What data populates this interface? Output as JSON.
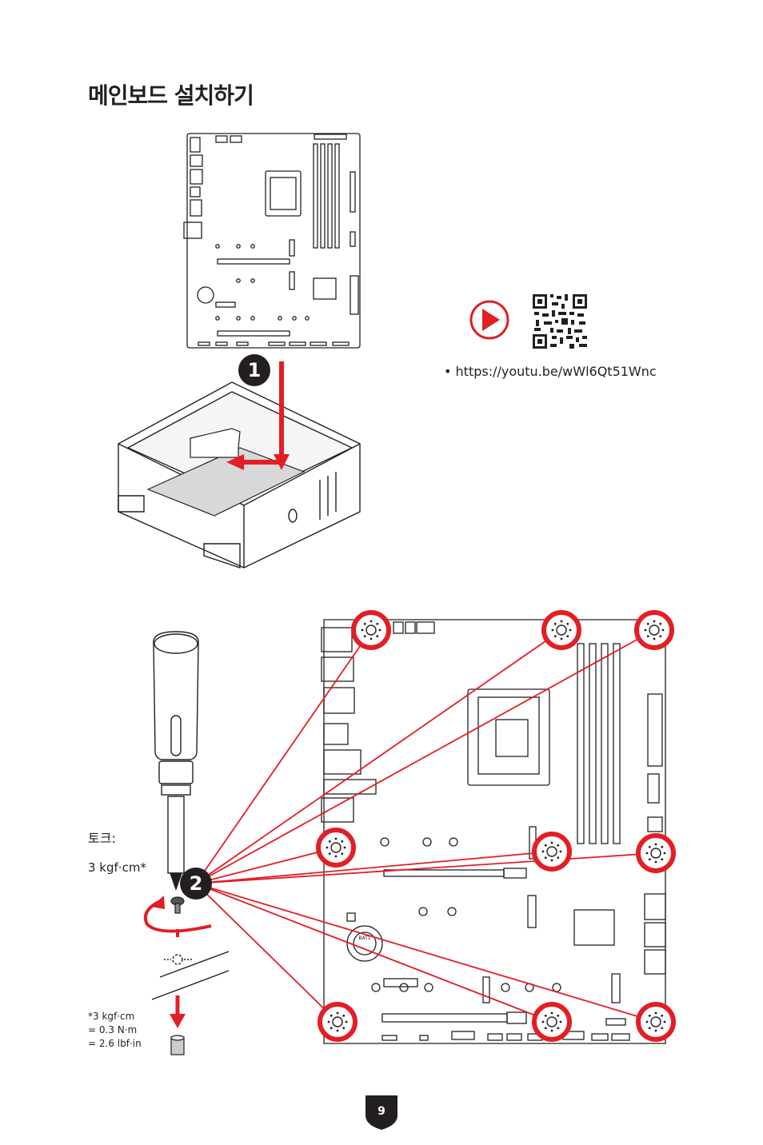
{
  "title": "메인보드 설치하기",
  "video_url": "• https://youtu.be/wWl6Qt51Wnc",
  "steps": {
    "one": "1",
    "two": "2"
  },
  "torque": {
    "label": "토크:",
    "value": "3 kgf·cm*",
    "note_line1": "*3 kgf·cm",
    "note_line2": "= 0.3 N·m",
    "note_line3": "= 2.6 lbf·in"
  },
  "battery_label": "BAT1",
  "page_number": "9",
  "colors": {
    "accent": "#e31e24",
    "line": "#231f20",
    "badge": "#231f20"
  },
  "icons": [
    "play-icon",
    "qr-code-icon",
    "screw-icon",
    "screwdriver-icon",
    "rotate-arrow-icon",
    "down-arrow-icon",
    "standoff-icon"
  ]
}
